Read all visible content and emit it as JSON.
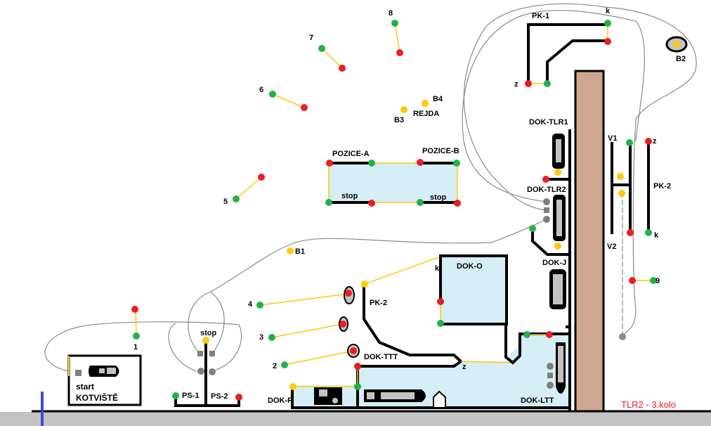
{
  "colors": {
    "red": "#ed1c24",
    "green": "#22b14c",
    "yellow": "#ffc90e",
    "gray": "#7f7f7f",
    "water": "#d6eef6",
    "pier": "#cfa690",
    "ground": "#c3c3c3",
    "title": "#ed1c24"
  },
  "title": "TLR2 - 3.kolo",
  "start": {
    "label": "start",
    "area": "KOTVIŠTĚ"
  },
  "ps": {
    "stop": "stop",
    "left": "PS-1",
    "right": "PS-2"
  },
  "gates": [
    "1",
    "2",
    "3",
    "4",
    "5",
    "6",
    "7",
    "8",
    "9"
  ],
  "buoys": {
    "b1": "B1",
    "b2": "B2",
    "b3": "B3",
    "b4": "B4",
    "rejda": "REJDA"
  },
  "pozice": {
    "a": "POZICE-A",
    "b": "POZICE-B",
    "stop_a": "stop",
    "stop_b": "stop"
  },
  "pk1": {
    "label": "PK-1",
    "k": "k",
    "z": "z"
  },
  "pk2_right": {
    "label": "PK-2",
    "k": "k",
    "z": "z"
  },
  "pk2_left": {
    "label": "PK-2",
    "k": "k",
    "z": "z"
  },
  "v": {
    "v1": "V1",
    "v2": "V2"
  },
  "docks": {
    "tlr1": "DOK-TLR1",
    "tlr2": "DOK-TLR2",
    "j": "DOK-J",
    "o": "DOK-O",
    "ttt": "DOK-TTT",
    "p": "DOK-P",
    "ltt": "DOK-LTT"
  }
}
